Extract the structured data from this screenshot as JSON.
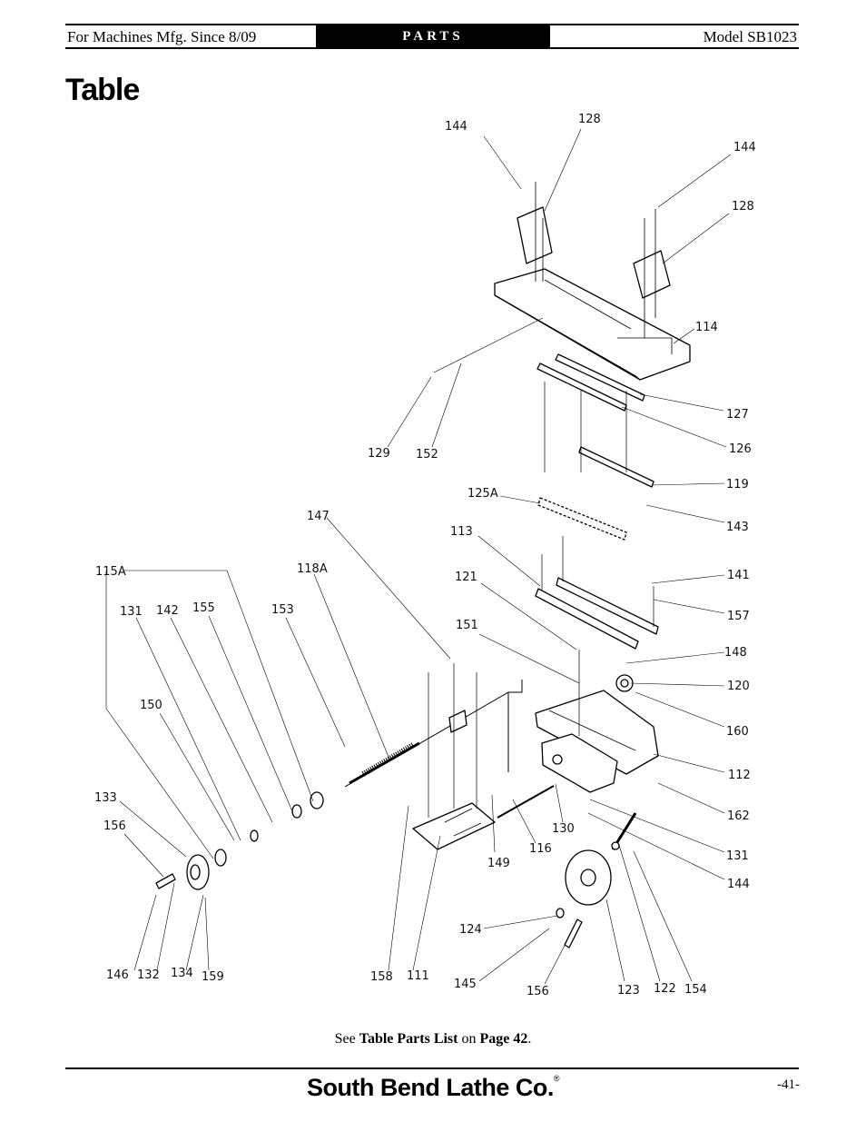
{
  "header": {
    "left": "For Machines Mfg. Since 8/09",
    "center": "PARTS",
    "right": "Model SB1023"
  },
  "title": "Table",
  "callouts": [
    "144",
    "128",
    "144",
    "128",
    "114",
    "127",
    "126",
    "119",
    "143",
    "141",
    "157",
    "148",
    "120",
    "160",
    "112",
    "162",
    "131",
    "144",
    "129",
    "152",
    "125A",
    "113",
    "121",
    "151",
    "147",
    "115A",
    "118A",
    "131",
    "142",
    "155",
    "153",
    "150",
    "133",
    "156",
    "146",
    "132",
    "134",
    "159",
    "158",
    "111",
    "149",
    "116",
    "130",
    "124",
    "145",
    "156",
    "123",
    "122",
    "154"
  ],
  "see_text": {
    "prefix": "See ",
    "list": "Table Parts List",
    "mid": " on ",
    "page": "Page 42",
    "suffix": "."
  },
  "footer": {
    "brand": "South Bend Lathe Co.",
    "registered": "®",
    "page_number": "-41-"
  }
}
